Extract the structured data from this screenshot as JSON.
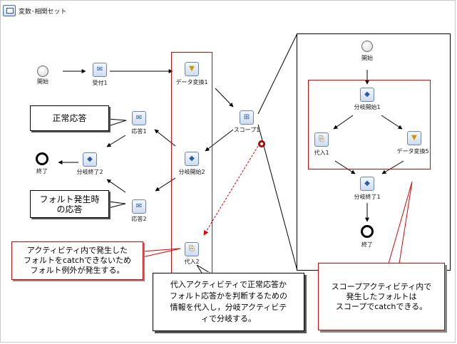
{
  "window": {
    "title": "変数･相関セット"
  },
  "nodes": {
    "start": "開始",
    "receive1": "受付1",
    "transform1": "データ変換1",
    "scope1": "スコープ1",
    "reply1": "応答1",
    "end": "終了",
    "join2": "分岐終了2",
    "fork2": "分岐開始2",
    "reply2": "応答2",
    "assign2": "代入2"
  },
  "scope_detail": {
    "start": "開始",
    "fork1": "分岐開始1",
    "assign1": "代入1",
    "transform5": "データ変換5",
    "join1": "分岐終了1",
    "end": "終了"
  },
  "callouts": {
    "normal_reply": "正常応答",
    "fault_reply_line1": "フォルト発生時",
    "fault_reply_line2": "の応答",
    "activity_fault_line1": "アクティビティ内で発生した",
    "activity_fault_line2": "フォルトをcatchできないため",
    "activity_fault_line3": "フォルト例外が発生する。",
    "assign_line1": "代入アクティビティで正常応答か",
    "assign_line2": "フォルト応答かを判断するための",
    "assign_line3": "情報を代入し，分岐アクティビテ",
    "assign_line4": "ィで分岐する。",
    "scope_line1": "スコープアクティビティ内で",
    "scope_line2": "発生したフォルトは",
    "scope_line3": "スコープでcatchできる。"
  },
  "icons": {
    "window": "envelope-window-icon",
    "receive": "envelope-receive-icon",
    "reply": "envelope-reply-icon",
    "transform": "funnel-transform-icon",
    "scope": "scope-icon",
    "fork": "fork-diamond-icon",
    "join": "join-diamond-icon",
    "assign": "assign-icon",
    "fault": "fault-marker-icon"
  },
  "colors": {
    "red": "#e00000",
    "black": "#000000",
    "icon_blue": "#2a5aa0"
  }
}
